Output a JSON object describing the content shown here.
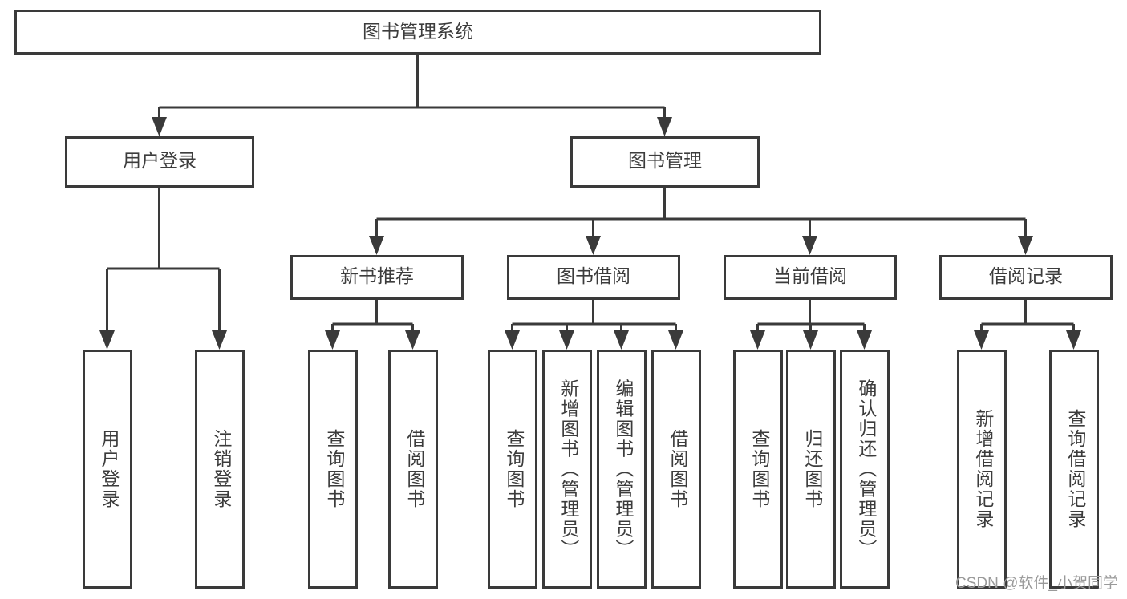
{
  "diagram": {
    "title": "图书管理系统",
    "type": "tree-hierarchy-chart",
    "root": {
      "id": "root",
      "label": "图书管理系统"
    },
    "level2": [
      {
        "id": "user-login",
        "label": "用户登录"
      },
      {
        "id": "book-management",
        "label": "图书管理"
      }
    ],
    "level3": [
      {
        "id": "new-book-recommend",
        "label": "新书推荐",
        "parent": "book-management"
      },
      {
        "id": "book-borrow",
        "label": "图书借阅",
        "parent": "book-management"
      },
      {
        "id": "current-borrow",
        "label": "当前借阅",
        "parent": "book-management"
      },
      {
        "id": "borrow-record",
        "label": "借阅记录",
        "parent": "book-management"
      }
    ],
    "leaves": {
      "user-login": [
        {
          "id": "leaf-user-login",
          "label": "用户登录"
        },
        {
          "id": "leaf-logout-login",
          "label": "注销登录"
        }
      ],
      "new-book-recommend": [
        {
          "id": "leaf-query-book-1",
          "label": "查询图书"
        },
        {
          "id": "leaf-borrow-book-1",
          "label": "借阅图书"
        }
      ],
      "book-borrow": [
        {
          "id": "leaf-query-book-2",
          "label": "查询图书"
        },
        {
          "id": "leaf-add-book",
          "label": "新增图书（管理员）"
        },
        {
          "id": "leaf-edit-book",
          "label": "编辑图书（管理员）"
        },
        {
          "id": "leaf-borrow-book-2",
          "label": "借阅图书"
        }
      ],
      "current-borrow": [
        {
          "id": "leaf-query-book-3",
          "label": "查询图书"
        },
        {
          "id": "leaf-return-book",
          "label": "归还图书"
        },
        {
          "id": "leaf-confirm-return",
          "label": "确认归还（管理员）"
        }
      ],
      "borrow-record": [
        {
          "id": "leaf-add-record",
          "label": "新增借阅记录"
        },
        {
          "id": "leaf-query-record",
          "label": "查询借阅记录"
        }
      ]
    }
  },
  "watermark": {
    "text": "CSDN @软件_小贺同学"
  },
  "colors": {
    "stroke": "#3a3a3a",
    "box_fill": "#ffffff",
    "text": "#3c3c3c",
    "background": "#ffffff",
    "watermark": "#9a9a9a"
  }
}
